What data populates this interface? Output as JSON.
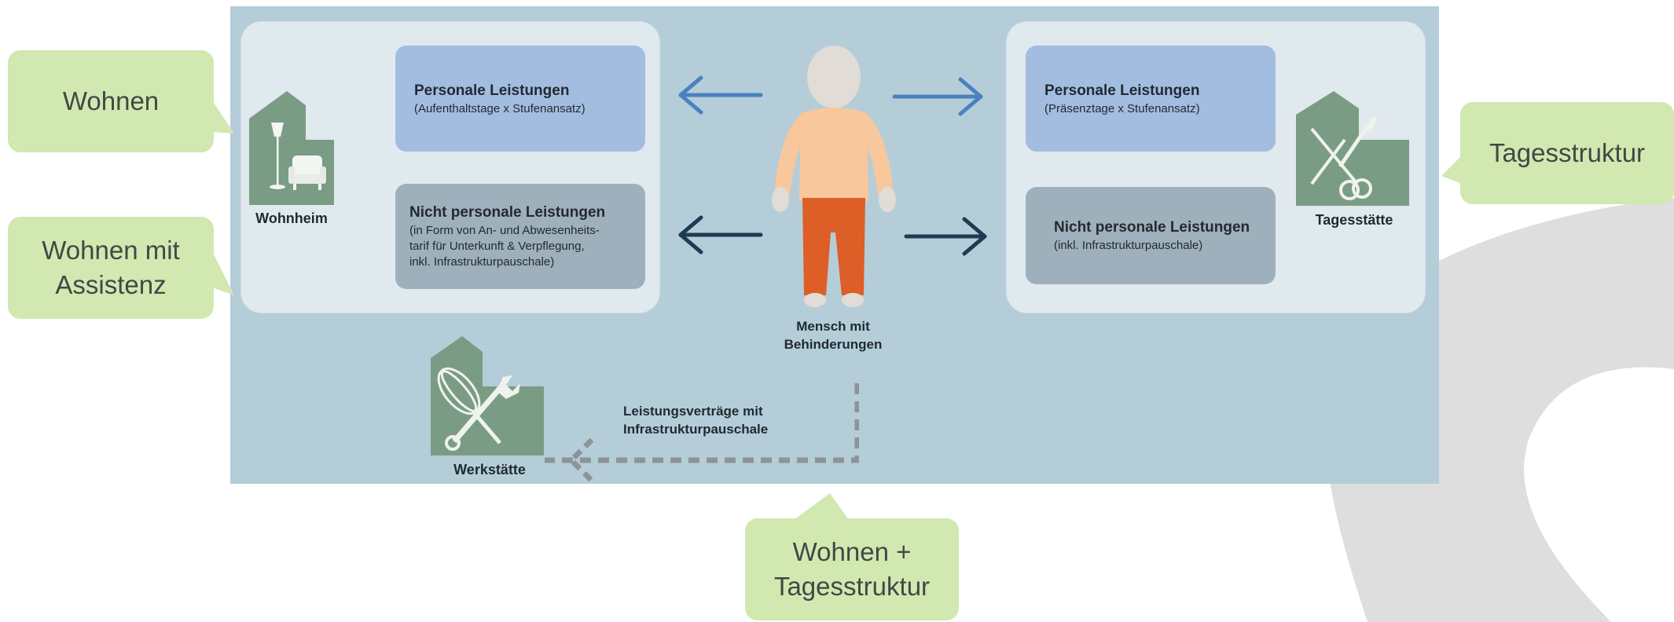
{
  "diagram": {
    "left_group": {
      "personal": {
        "title": "Personale Leistungen",
        "subtitle": "(Aufenthaltstage x Stufenansatz)"
      },
      "non_personal": {
        "title": "Nicht personale Leistungen",
        "subtitle": "(in Form von An- und Abwesenheits-\ntarif für Unterkunft & Verpflegung,\ninkl. Infrastrukturpauschale)"
      },
      "facility_label": "Wohnheim",
      "facility_icon": "lamp-armchair-icon"
    },
    "right_group": {
      "personal": {
        "title": "Personale Leistungen",
        "subtitle": "(Präsenztage x Stufenansatz)"
      },
      "non_personal": {
        "title": "Nicht personale Leistungen",
        "subtitle": "(inkl. Infrastrukturpauschale)"
      },
      "facility_label": "Tagesstätte",
      "facility_icon": "scissors-brush-icon"
    },
    "person_label": "Mensch mit\nBehinderungen",
    "workshop_label": "Werkstätte",
    "workshop_icon": "whisk-wrench-icon",
    "contract_label": "Leistungsverträge mit\nInfrastrukturpauschale",
    "colors": {
      "panel": "#b5cdd9",
      "cloud": "#e0e9ee",
      "personal_card": "#a3bde1",
      "non_personal_card": "#9fb0bd",
      "house": "#7a9c85",
      "arrow_light": "#4a82c0",
      "arrow_dark": "#1d3b52",
      "person_shirt": "#f8c79b",
      "person_pants": "#dd5e26",
      "dashed": "#8d9499"
    }
  },
  "callouts": {
    "wohnen": "Wohnen",
    "wohnen_assistenz": "Wohnen mit\nAssistenz",
    "tagesstruktur": "Tagesstruktur",
    "wohnen_tagesstruktur": "Wohnen +\nTagesstruktur",
    "color": "#d1e8b1"
  }
}
